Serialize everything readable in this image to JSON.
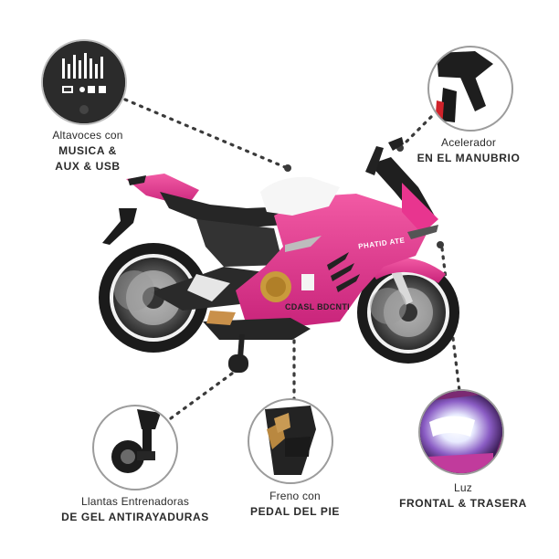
{
  "callouts": {
    "speakers": {
      "line1": "Altavoces con",
      "line2": "MUSICA &",
      "line3": "AUX & USB"
    },
    "throttle": {
      "line1": "Acelerador",
      "line2": "EN EL MANUBRIO"
    },
    "wheels": {
      "line1": "Llantas Entrenadoras",
      "line2": "DE GEL ANTIRAYADURAS"
    },
    "brake": {
      "line1": "Freno con",
      "line2": "PEDAL DEL PIE"
    },
    "light": {
      "line1": "Luz",
      "line2": "FRONTAL & TRASERA"
    }
  },
  "bike_decals": {
    "side_text": "PHATID ATE",
    "lower_text": "CDASL BDCNTI"
  },
  "colors": {
    "body_pink": "#e8358f",
    "dark_pink": "#b81f6a",
    "dot_line": "#3a3a3a"
  },
  "icons": [
    "speaker-panel-icon",
    "throttle-handle-icon",
    "training-wheel-icon",
    "foot-pedal-icon",
    "headlight-icon"
  ]
}
